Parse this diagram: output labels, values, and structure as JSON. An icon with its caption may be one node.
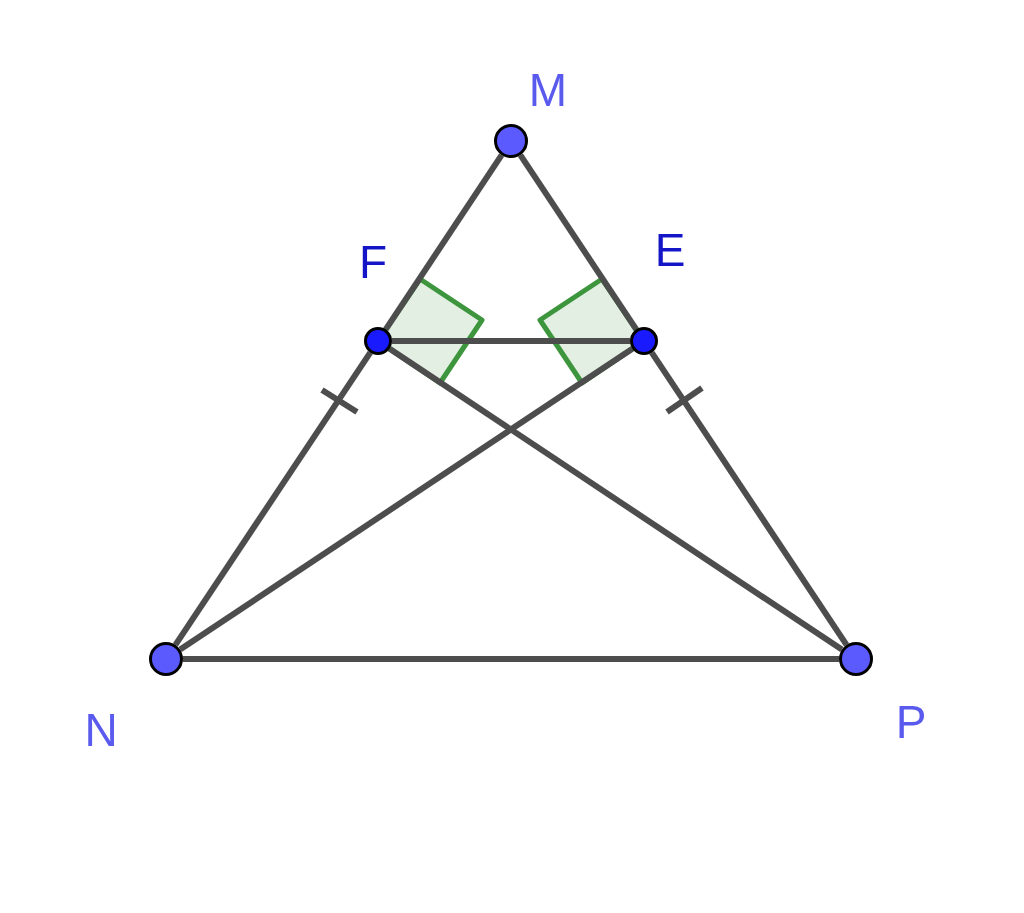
{
  "diagram": {
    "nodes": [
      {
        "text": [],
        "shape": "circle",
        "beside": [
          "M"
        ]
      },
      {
        "text": [],
        "shape": "circle",
        "beside": [
          "F"
        ]
      },
      {
        "text": [],
        "shape": "circle",
        "beside": [
          "E"
        ]
      },
      {
        "text": [],
        "shape": "circle",
        "beside": [
          "N"
        ]
      },
      {
        "text": [],
        "shape": "circle",
        "beside": [
          "P"
        ]
      }
    ],
    "edges": [
      {
        "from": 0,
        "to": 1,
        "arrow": "none"
      },
      {
        "from": 1,
        "to": 3,
        "arrow": "none"
      },
      {
        "from": 0,
        "to": 2,
        "arrow": "none"
      },
      {
        "from": 2,
        "to": 4,
        "arrow": "none"
      },
      {
        "from": 1,
        "to": 2,
        "arrow": "none"
      },
      {
        "from": 3,
        "to": 4,
        "arrow": "none"
      },
      {
        "from": 3,
        "to": 2,
        "arrow": "none"
      },
      {
        "from": 4,
        "to": 1,
        "arrow": "none"
      }
    ]
  }
}
